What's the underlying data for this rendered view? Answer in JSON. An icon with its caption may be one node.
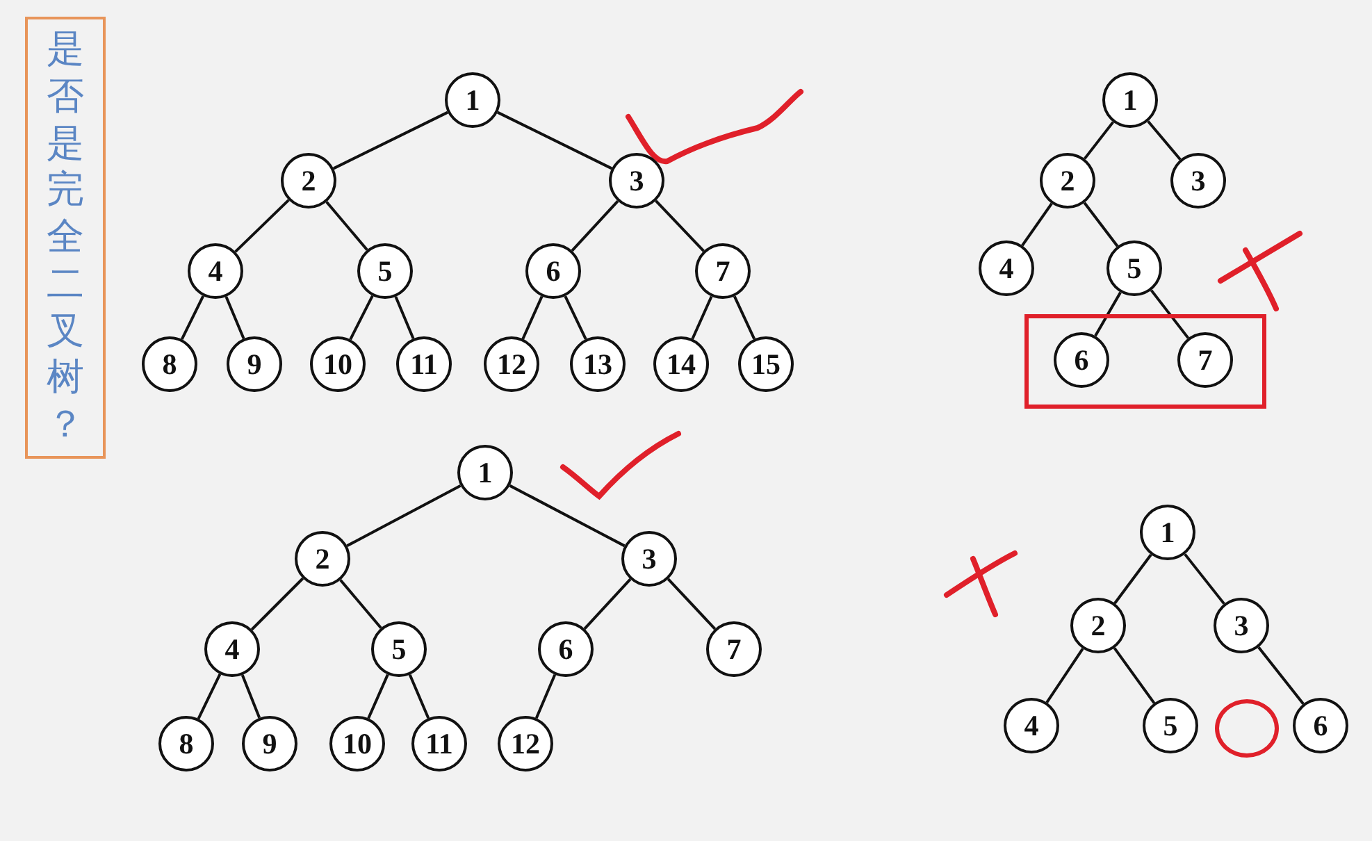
{
  "diagram": {
    "title": "是否是完全二叉树？",
    "nodes": [
      {
        "text": [
          "1"
        ]
      },
      {
        "text": [
          "2"
        ]
      },
      {
        "text": [
          "3"
        ]
      },
      {
        "text": [
          "4"
        ]
      },
      {
        "text": [
          "5"
        ]
      },
      {
        "text": [
          "6"
        ]
      },
      {
        "text": [
          "7"
        ]
      },
      {
        "text": [
          "8"
        ]
      },
      {
        "text": [
          "9"
        ]
      },
      {
        "text": [
          "10"
        ]
      },
      {
        "text": [
          "11"
        ]
      },
      {
        "text": [
          "12"
        ]
      },
      {
        "text": [
          "13"
        ]
      },
      {
        "text": [
          "14"
        ]
      },
      {
        "text": [
          "15"
        ]
      },
      {
        "text": [
          "1"
        ]
      },
      {
        "text": [
          "2"
        ]
      },
      {
        "text": [
          "3"
        ]
      },
      {
        "text": [
          "4"
        ]
      },
      {
        "text": [
          "5"
        ]
      },
      {
        "text": [],
        "shape": "box"
      },
      {
        "text": [
          "6"
        ],
        "in": 20
      },
      {
        "text": [
          "7"
        ],
        "in": 20
      },
      {
        "text": [
          "1"
        ]
      },
      {
        "text": [
          "2"
        ]
      },
      {
        "text": [
          "3"
        ]
      },
      {
        "text": [
          "4"
        ]
      },
      {
        "text": [
          "5"
        ]
      },
      {
        "text": [
          "6"
        ]
      },
      {
        "text": [
          "7"
        ]
      },
      {
        "text": [
          "8"
        ]
      },
      {
        "text": [
          "9"
        ]
      },
      {
        "text": [
          "10"
        ]
      },
      {
        "text": [
          "11"
        ]
      },
      {
        "text": [
          "12"
        ]
      },
      {
        "text": [
          "1"
        ]
      },
      {
        "text": [
          "2"
        ]
      },
      {
        "text": [
          "3"
        ]
      },
      {
        "text": [
          "4"
        ]
      },
      {
        "text": [
          "5"
        ]
      },
      {
        "text": [],
        "shape": "circle"
      },
      {
        "text": [
          "6"
        ]
      }
    ],
    "edges": [
      {
        "from": 0,
        "to": 1,
        "arrow": "none"
      },
      {
        "from": 0,
        "to": 2,
        "arrow": "none"
      },
      {
        "from": 1,
        "to": 3,
        "arrow": "none"
      },
      {
        "from": 1,
        "to": 4,
        "arrow": "none"
      },
      {
        "from": 2,
        "to": 5,
        "arrow": "none"
      },
      {
        "from": 2,
        "to": 6,
        "arrow": "none"
      },
      {
        "from": 3,
        "to": 7,
        "arrow": "none"
      },
      {
        "from": 3,
        "to": 8,
        "arrow": "none"
      },
      {
        "from": 4,
        "to": 9,
        "arrow": "none"
      },
      {
        "from": 4,
        "to": 10,
        "arrow": "none"
      },
      {
        "from": 5,
        "to": 11,
        "arrow": "none"
      },
      {
        "from": 5,
        "to": 12,
        "arrow": "none"
      },
      {
        "from": 6,
        "to": 13,
        "arrow": "none"
      },
      {
        "from": 6,
        "to": 14,
        "arrow": "none"
      },
      {
        "from": 15,
        "to": 16,
        "arrow": "none"
      },
      {
        "from": 15,
        "to": 17,
        "arrow": "none"
      },
      {
        "from": 16,
        "to": 18,
        "arrow": "none"
      },
      {
        "from": 16,
        "to": 19,
        "arrow": "none"
      },
      {
        "from": 19,
        "to": 21,
        "arrow": "none"
      },
      {
        "from": 19,
        "to": 22,
        "arrow": "none"
      },
      {
        "from": 23,
        "to": 24,
        "arrow": "none"
      },
      {
        "from": 23,
        "to": 25,
        "arrow": "none"
      },
      {
        "from": 24,
        "to": 26,
        "arrow": "none"
      },
      {
        "from": 24,
        "to": 27,
        "arrow": "none"
      },
      {
        "from": 25,
        "to": 28,
        "arrow": "none"
      },
      {
        "from": 25,
        "to": 29,
        "arrow": "none"
      },
      {
        "from": 26,
        "to": 30,
        "arrow": "none"
      },
      {
        "from": 26,
        "to": 31,
        "arrow": "none"
      },
      {
        "from": 27,
        "to": 32,
        "arrow": "none"
      },
      {
        "from": 27,
        "to": 33,
        "arrow": "none"
      },
      {
        "from": 28,
        "to": 34,
        "arrow": "none"
      },
      {
        "from": 35,
        "to": 36,
        "arrow": "none"
      },
      {
        "from": 35,
        "to": 37,
        "arrow": "none"
      },
      {
        "from": 36,
        "to": 38,
        "arrow": "none"
      },
      {
        "from": 36,
        "to": 39,
        "arrow": "none"
      },
      {
        "from": 37,
        "to": 41,
        "arrow": "none"
      }
    ]
  }
}
